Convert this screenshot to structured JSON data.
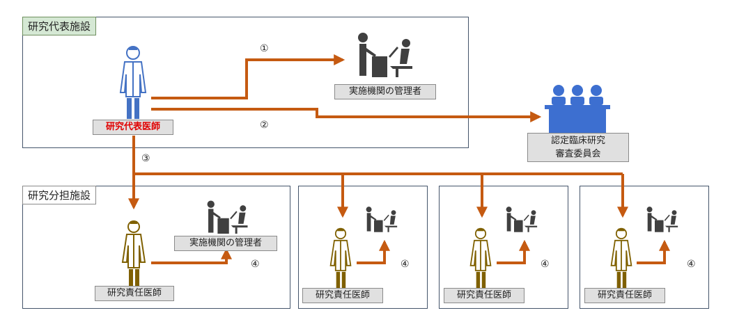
{
  "colors": {
    "arrow": "#c55a11",
    "leader_blue": "#4472c4",
    "investigator_olive": "#7f6000",
    "committee_blue": "#3d6fd0"
  },
  "lead_site": {
    "title": "研究代表施設",
    "leader_label": "研究代表医師",
    "admin_label": "実施機関の管理者"
  },
  "committee": {
    "line1": "認定臨床研究",
    "line2": "審査委員会"
  },
  "shared_site_title": "研究分担施設",
  "shared_sites": [
    {
      "admin_label": "実施機関の管理者",
      "investigator_label": "研究責任医師",
      "step": "④"
    },
    {
      "investigator_label": "研究責任医師",
      "step": "④"
    },
    {
      "investigator_label": "研究責任医師",
      "step": "④"
    },
    {
      "investigator_label": "研究責任医師",
      "step": "④"
    }
  ],
  "steps": {
    "s1": "①",
    "s2": "②",
    "s3": "③"
  }
}
